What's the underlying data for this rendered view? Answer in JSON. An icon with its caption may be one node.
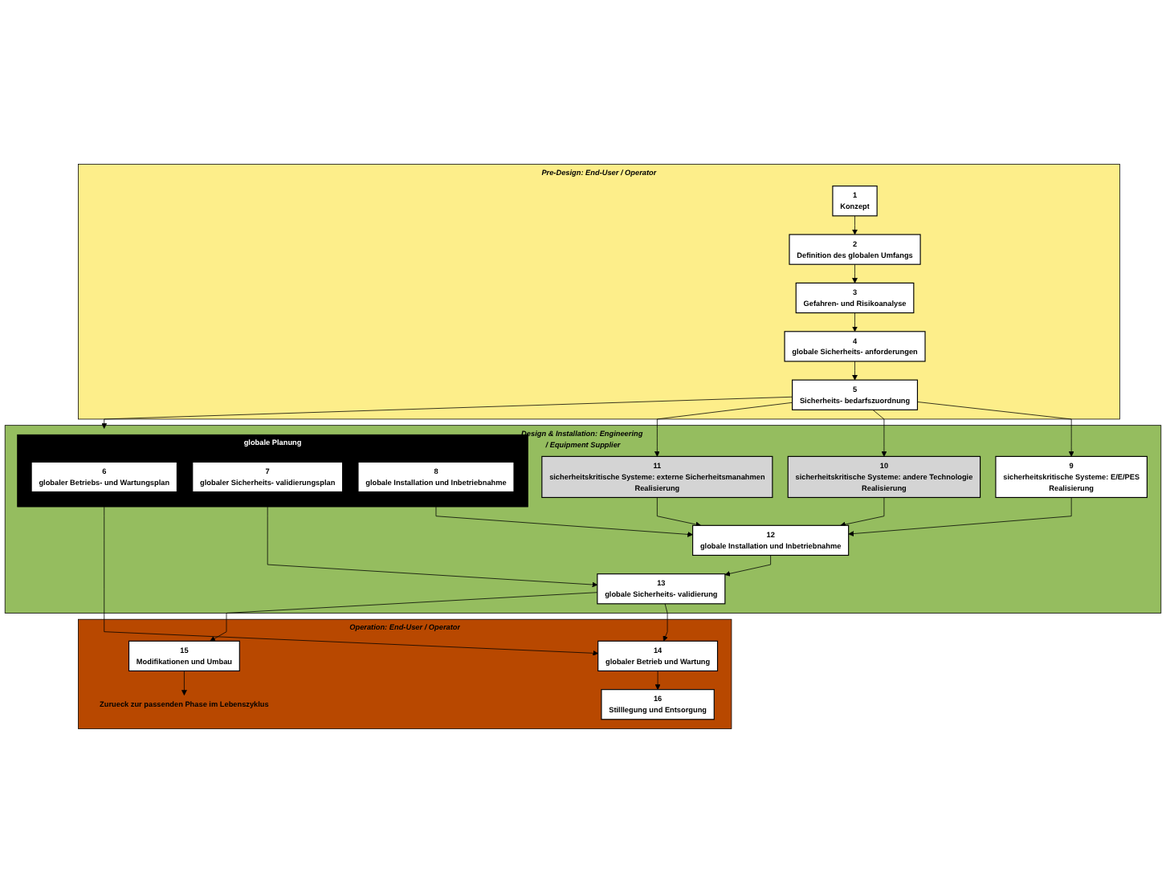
{
  "diagram": {
    "nodes": [
      {
        "text": [
          "Pre-Design: End-User / Operator"
        ]
      },
      {
        "text": [
          "1",
          "Konzept"
        ],
        "in": 0
      },
      {
        "text": [
          "2",
          "Definition des globalen Umfangs"
        ],
        "in": 0
      },
      {
        "text": [
          "3",
          "Gefahren- und Risikoanalyse"
        ],
        "in": 0
      },
      {
        "text": [
          "4",
          "globale Sicherheits- anforderungen"
        ],
        "in": 0
      },
      {
        "text": [
          "5",
          "Sicherheits- bedarfszuordnung"
        ],
        "in": 0
      },
      {
        "text": [
          "Design & Installation: Engineering / Equipment Supplier"
        ]
      },
      {
        "text": [
          "globale Planung"
        ],
        "in": 6
      },
      {
        "text": [
          "6",
          "globaler Betriebs- und Wartungsplan"
        ],
        "in": 7
      },
      {
        "text": [
          "7",
          "globaler Sicherheits- validierungsplan"
        ],
        "in": 7
      },
      {
        "text": [
          "8",
          "globale Installation und Inbetriebnahme"
        ],
        "in": 7
      },
      {
        "text": [
          "9",
          "sicherheitskritische Systeme: E/E/PES",
          "Realisierung"
        ],
        "in": 6
      },
      {
        "text": [
          "10",
          "sicherheitskritische Systeme: andere Technologie",
          "Realisierung"
        ],
        "in": 6
      },
      {
        "text": [
          "11",
          "sicherheitskritische Systeme: externe Sicherheitsmanahmen",
          "Realisierung"
        ],
        "in": 6
      },
      {
        "text": [
          "12",
          "globale Installation und Inbetriebnahme"
        ],
        "in": 6
      },
      {
        "text": [
          "13",
          "globale Sicherheits- validierung"
        ],
        "in": 6
      },
      {
        "text": [
          "Operation: End-User / Operator"
        ]
      },
      {
        "text": [
          "14",
          "globaler Betrieb und Wartung"
        ],
        "in": 16
      },
      {
        "text": [
          "15",
          "Modifikationen und Umbau"
        ],
        "in": 16
      },
      {
        "text": [
          "Zurueck zur passenden Phase im Lebenszyklus"
        ],
        "in": 16
      },
      {
        "text": [
          "16",
          "Stilllegung und Entsorgung"
        ],
        "in": 16
      }
    ],
    "edges": [
      {
        "from": 1,
        "to": 2,
        "arrow": "to"
      },
      {
        "from": 2,
        "to": 3,
        "arrow": "to"
      },
      {
        "from": 3,
        "to": 4,
        "arrow": "to"
      },
      {
        "from": 4,
        "to": 5,
        "arrow": "to"
      },
      {
        "from": 5,
        "to": 7,
        "arrow": "to"
      },
      {
        "from": 5,
        "to": 11,
        "arrow": "to"
      },
      {
        "from": 5,
        "to": 12,
        "arrow": "to"
      },
      {
        "from": 5,
        "to": 13,
        "arrow": "to"
      },
      {
        "from": 10,
        "to": 14,
        "arrow": "to"
      },
      {
        "from": 11,
        "to": 14,
        "arrow": "to"
      },
      {
        "from": 12,
        "to": 14,
        "arrow": "to"
      },
      {
        "from": 13,
        "to": 14,
        "arrow": "to"
      },
      {
        "from": 14,
        "to": 15,
        "arrow": "to"
      },
      {
        "from": 9,
        "to": 15,
        "arrow": "to"
      },
      {
        "from": 15,
        "to": 17,
        "arrow": "to"
      },
      {
        "from": 15,
        "to": 18,
        "arrow": "to"
      },
      {
        "from": 8,
        "to": 17,
        "arrow": "to"
      },
      {
        "from": 17,
        "to": 20,
        "arrow": "to"
      },
      {
        "from": 18,
        "to": 19,
        "arrow": "to"
      }
    ]
  }
}
